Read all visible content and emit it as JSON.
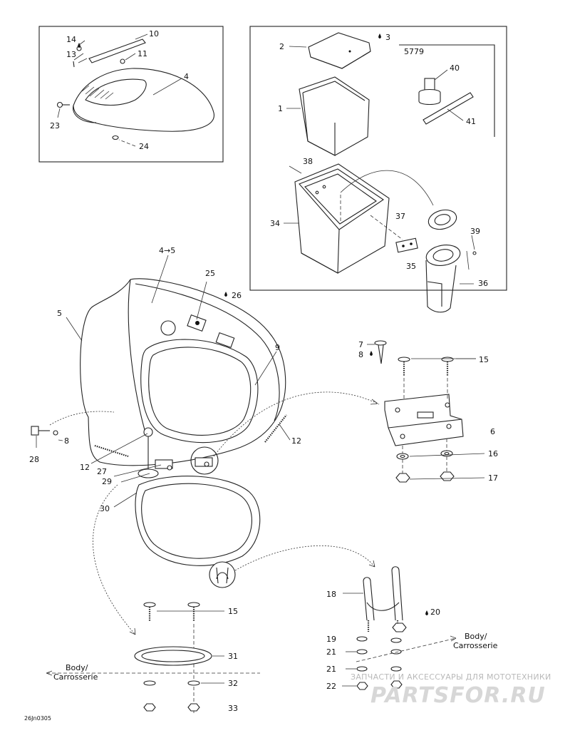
{
  "diagram": {
    "code": "26Jn0305",
    "kit_label": "5779",
    "reference_labels": {
      "body_top": {
        "line1": "Body/",
        "line2": "Carrosserie"
      },
      "body_bottom": {
        "line1": "Body/",
        "line2": "Carrosserie"
      }
    },
    "callouts": {
      "c1": "1",
      "c2": "2",
      "c3": "3",
      "c4a": "4",
      "c4b": "4",
      "c5a": "5",
      "c5b": "5",
      "c6": "6",
      "c7": "7",
      "c8a": "8",
      "c8b": "8",
      "c9": "9",
      "c10": "10",
      "c11": "11",
      "c12a": "12",
      "c12b": "12",
      "c13": "13",
      "c14": "14",
      "c15a": "15",
      "c15b": "15",
      "c16": "16",
      "c17": "17",
      "c18": "18",
      "c19": "19",
      "c20": "20",
      "c21a": "21",
      "c21b": "21",
      "c22": "22",
      "c23": "23",
      "c24": "24",
      "c25": "25",
      "c26": "26",
      "c27": "27",
      "c28": "28",
      "c29": "29",
      "c30": "30",
      "c31": "31",
      "c32": "32",
      "c33": "33",
      "c34": "34",
      "c35": "35",
      "c36": "36",
      "c37": "37",
      "c38": "38",
      "c39": "39",
      "c40": "40",
      "c41": "41"
    },
    "icons": {
      "lubricant": "oil-drop-icon",
      "replace_with": "arrow-right-icon"
    }
  },
  "watermark": {
    "tagline": "ЗАПЧАСТИ И АКСЕССУАРЫ ДЛЯ МОТОТЕХНИКИ",
    "brand": "PARTSFOR.RU",
    "color": "#d7d7d7"
  }
}
